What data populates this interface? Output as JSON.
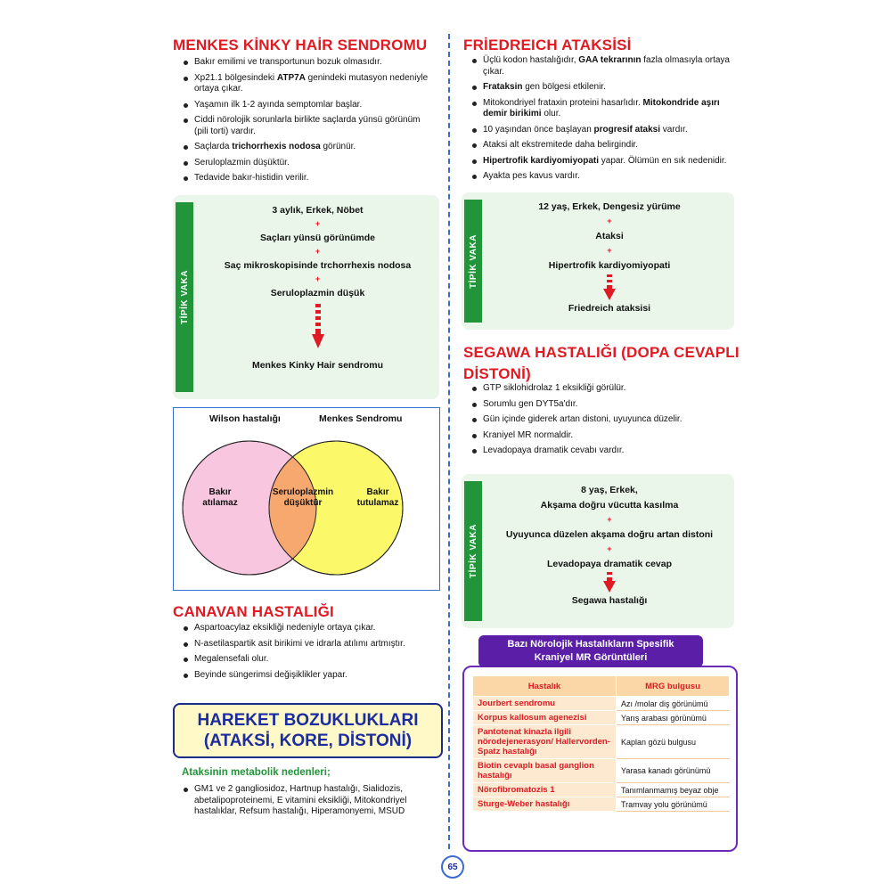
{
  "menkes": {
    "title": "MENKES KİNKY HAİR SENDROMU",
    "bullets": [
      "Bakır emilimi ve transportunun bozuk olmasıdır.",
      [
        "Xp21.1 bölgesindeki ",
        "ATP7A",
        " genindeki mutasyon nedeniyle ortaya çıkar."
      ],
      "Yaşamın ilk 1-2 ayında semptomlar başlar.",
      "Ciddi nörolojik sorunlarla birlikte saçlarda yünsü görünüm (pili torti) vardır.",
      [
        "Saçlarda ",
        "trichorrhexis nodosa",
        " görünür."
      ],
      "Seruloplazmin düşüktür.",
      "Tedavide bakır-histidin verilir."
    ],
    "case": {
      "tab": "TİPİK VAKA",
      "lines": [
        "3 aylık, Erkek, Nöbet",
        "Saçları yünsü görünümde",
        "Saç mikroskopisinde trchorrhexis nodosa",
        "Seruloplazmin düşük"
      ],
      "result": "Menkes Kinky Hair sendromu"
    }
  },
  "venn": {
    "left_label": "Wilson hastalığı",
    "right_label": "Menkes Sendromu",
    "left_text": [
      "Bakır",
      "atılamaz"
    ],
    "center_text": [
      "Seruloplazmin",
      "düşüktür"
    ],
    "right_text": [
      "Bakır",
      "tutulamaz"
    ],
    "colors": {
      "left": "#f9c6e0",
      "right": "#fbf86a",
      "overlap": "#f7a86f"
    }
  },
  "canavan": {
    "title": "CANAVAN HASTALIĞI",
    "bullets": [
      "Aspartoacylaz eksikliği nedeniyle ortaya çıkar.",
      "N-asetilaspartik asit birikimi ve idrarla atılımı artmıştır.",
      "Megalensefali olur.",
      "Beyinde süngerimsi değişiklikler yapar."
    ]
  },
  "hareket": {
    "line1": "HAREKET BOZUKLUKLARI",
    "line2": "(ATAKSİ, KORE, DİSTONİ)"
  },
  "ataksi_metabolik": {
    "title": "Ataksinin metabolik nedenleri;",
    "text": "GM1 ve 2 gangliosidoz, Hartnup hastalığı, Sialidozis, abetalipoproteinemi, E vitamini eksikliği, Mitokondriyel hastalıklar, Refsum hastalığı, Hiperamonyemi, MSUD"
  },
  "friedreich": {
    "title": "FRİEDREICH ATAKSİSİ",
    "bullets": [
      [
        "Üçlü kodon hastalığıdır, ",
        "GAA tekrarının",
        " fazla olmasıyla ortaya çıkar."
      ],
      [
        "",
        "Frataksin",
        " gen bölgesi etkilenir."
      ],
      [
        "Mitokondriyel frataxin proteini hasarlıdır. ",
        "Mitokondride aşırı demir birikimi",
        " olur."
      ],
      [
        "10 yaşından önce başlayan ",
        "progresif ataksi",
        " vardır."
      ],
      "Ataksi alt ekstremitede daha belirgindir.",
      [
        "",
        "Hipertrofik kardiyomiyopati",
        " yapar. Ölümün en sık nedenidir."
      ],
      "Ayakta pes kavus vardır."
    ],
    "case": {
      "tab": "TİPİK VAKA",
      "lines": [
        "12 yaş, Erkek, Dengesiz yürüme",
        "Ataksi",
        "Hipertrofik kardiyomiyopati"
      ],
      "result": "Friedreich ataksisi"
    }
  },
  "segawa": {
    "title_line1": "SEGAWA HASTALIĞI (DOPA CEVAPLI",
    "title_line2": "DİSTONİ)",
    "bullets": [
      "GTP siklohidrolaz 1 eksikliği görülür.",
      "Sorumlu gen DYT5a'dır.",
      "Gün içinde giderek artan distoni, uyuyunca düzelir.",
      "Kraniyel MR normaldir.",
      "Levadopaya dramatik cevabı vardır."
    ],
    "case": {
      "tab": "TİPİK VAKA",
      "line1a": "8 yaş, Erkek,",
      "line1b": "Akşama doğru vücutta kasılma",
      "lines": [
        "Uyuyunca düzelen akşama doğru artan distoni",
        "Levadopaya dramatik cevap"
      ],
      "result": "Segawa hastalığı"
    }
  },
  "mr_table": {
    "title_line1": "Bazı Nörolojik Hastalıkların Spesifik",
    "title_line2": "Kraniyel MR Görüntüleri",
    "headers": [
      "Hastalık",
      "MRG bulgusu"
    ],
    "rows": [
      [
        "Jourbert sendromu",
        "Azı /molar diş görünümü"
      ],
      [
        "Korpus kallosum agenezisi",
        "Yarış arabası görünümü"
      ],
      [
        "Pantotenat kinazla ilgili nörodejenerasyon/ Hallervorden-Spatz hastalığı",
        "Kaplan gözü bulgusu"
      ],
      [
        "Biotin cevaplı basal ganglion hastalığı",
        "Yarasa kanadı görünümü"
      ],
      [
        "Nörofibromatozis 1",
        "Tanımlanmamış beyaz obje"
      ],
      [
        "Sturge-Weber hastalığı",
        "Tramvay yolu görünümü"
      ]
    ]
  },
  "page_number": "65",
  "colors": {
    "red": "#e01a22",
    "green": "#22943a",
    "blue": "#3a6bd1",
    "purple": "#5a1fa6",
    "navy": "#1b2ba0"
  }
}
